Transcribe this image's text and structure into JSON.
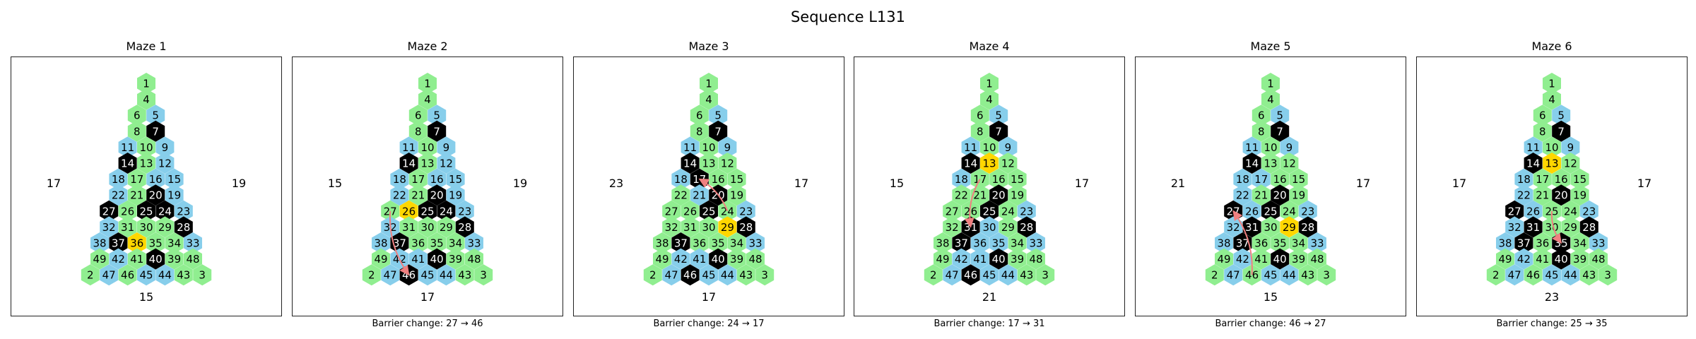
{
  "title": "Sequence L131",
  "colors": {
    "green": "#90ee90",
    "blue": "#87ceeb",
    "black": "#000000",
    "gold": "#ffd700",
    "arrow": "#f08080"
  },
  "rows": [
    [
      1
    ],
    [
      4
    ],
    [
      6,
      5
    ],
    [
      8,
      7
    ],
    [
      11,
      10,
      9
    ],
    [
      14,
      13,
      12
    ],
    [
      18,
      17,
      16,
      15
    ],
    [
      22,
      21,
      20,
      19
    ],
    [
      27,
      26,
      25,
      24,
      23
    ],
    [
      32,
      31,
      30,
      29,
      28
    ],
    [
      38,
      37,
      36,
      35,
      34,
      33
    ],
    [
      49,
      42,
      41,
      40,
      39,
      48
    ],
    [
      2,
      47,
      46,
      45,
      44,
      43,
      3
    ]
  ],
  "mazes": [
    {
      "title": "Maze 1",
      "left_value": "17",
      "right_value": "19",
      "bottom_value": "15",
      "caption": "",
      "blue": [
        5,
        9,
        11,
        12,
        15,
        16,
        18,
        19,
        22,
        23,
        32,
        33,
        38,
        42,
        44,
        45,
        47
      ],
      "black": [
        7,
        14,
        20,
        24,
        25,
        27,
        28,
        37,
        40
      ],
      "gold": [
        36
      ],
      "arrow": null
    },
    {
      "title": "Maze 2",
      "left_value": "15",
      "right_value": "19",
      "bottom_value": "17",
      "caption": "Barrier change: 27 → 46",
      "blue": [
        5,
        9,
        11,
        12,
        15,
        16,
        18,
        19,
        22,
        23,
        32,
        33,
        38,
        41,
        42,
        44,
        45,
        47
      ],
      "black": [
        7,
        14,
        20,
        24,
        25,
        28,
        37,
        40,
        46
      ],
      "gold": [
        26
      ],
      "arrow": [
        27,
        46
      ]
    },
    {
      "title": "Maze 3",
      "left_value": "23",
      "right_value": "17",
      "bottom_value": "17",
      "caption": "Barrier change: 24 → 17",
      "blue": [
        5,
        9,
        11,
        18,
        21,
        23,
        33,
        41,
        42,
        44,
        45,
        47
      ],
      "black": [
        7,
        14,
        17,
        20,
        25,
        28,
        37,
        40,
        46
      ],
      "gold": [
        29
      ],
      "arrow": [
        24,
        17
      ]
    },
    {
      "title": "Maze 4",
      "left_value": "15",
      "right_value": "17",
      "bottom_value": "21",
      "caption": "Barrier change: 17 → 31",
      "blue": [
        5,
        9,
        11,
        18,
        23,
        30,
        33,
        35,
        36,
        41,
        42,
        44,
        45,
        47
      ],
      "black": [
        7,
        14,
        20,
        25,
        28,
        31,
        37,
        40,
        46
      ],
      "gold": [
        13
      ],
      "arrow": [
        17,
        31
      ]
    },
    {
      "title": "Maze 5",
      "left_value": "21",
      "right_value": "17",
      "bottom_value": "15",
      "caption": "Barrier change: 46 → 27",
      "blue": [
        5,
        9,
        11,
        17,
        18,
        22,
        23,
        26,
        32,
        33,
        38,
        42,
        44,
        45,
        47
      ],
      "black": [
        7,
        14,
        20,
        25,
        27,
        28,
        31,
        37,
        40
      ],
      "gold": [
        29
      ],
      "arrow": [
        46,
        27
      ]
    },
    {
      "title": "Maze 6",
      "left_value": "17",
      "right_value": "17",
      "bottom_value": "23",
      "caption": "Barrier change: 25 → 35",
      "blue": [
        5,
        9,
        11,
        18,
        22,
        23,
        26,
        32,
        33,
        38,
        42,
        44,
        45,
        47
      ],
      "black": [
        7,
        14,
        20,
        27,
        28,
        31,
        35,
        37,
        40
      ],
      "gold": [
        13
      ],
      "arrow": [
        25,
        35
      ]
    }
  ]
}
